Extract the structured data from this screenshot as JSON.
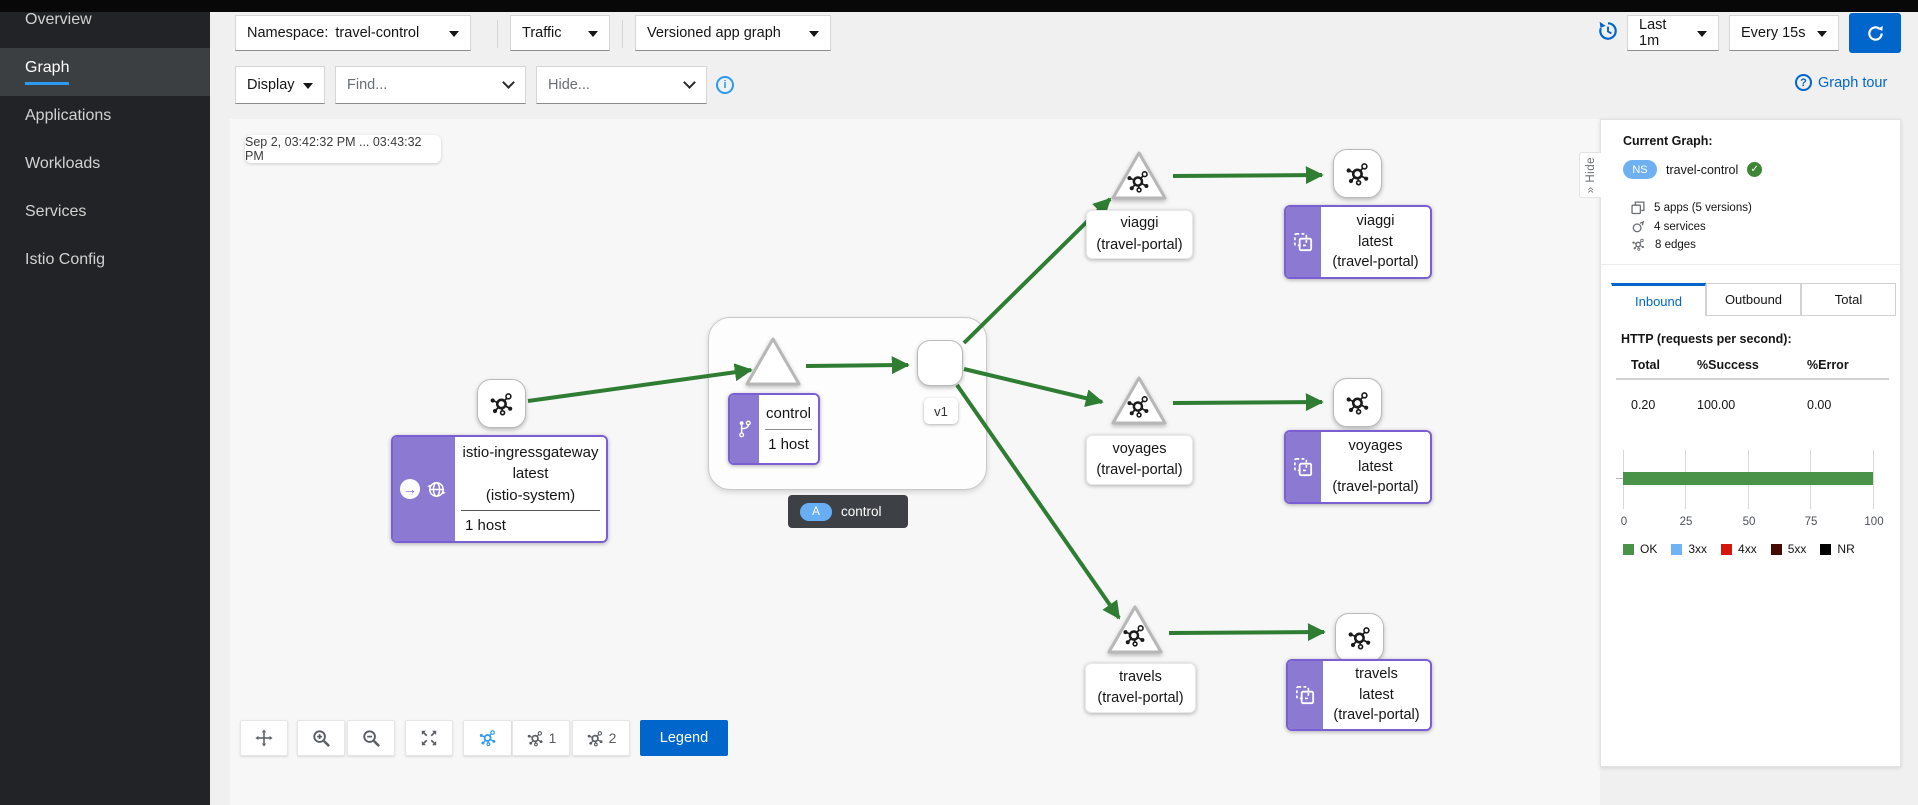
{
  "colors": {
    "accent_blue": "#0066cc",
    "active_blue": "#2b9af3",
    "edge_green": "#2e7d32",
    "ok_green": "#489348",
    "check_green": "#3e8635",
    "purple_fill": "#8b79d2",
    "purple_border": "#7a5fd4",
    "sidebar_bg": "#212327",
    "badge_ns_blue": "#6fb1f0"
  },
  "sidebar": {
    "items": [
      {
        "label": "Overview"
      },
      {
        "label": "Graph"
      },
      {
        "label": "Applications"
      },
      {
        "label": "Workloads"
      },
      {
        "label": "Services"
      },
      {
        "label": "Istio Config"
      }
    ]
  },
  "toolbar": {
    "namespace_label": "Namespace:",
    "namespace_value": "travel-control",
    "traffic_label": "Traffic",
    "graph_type_value": "Versioned app graph",
    "display_label": "Display",
    "find_placeholder": "Find...",
    "hide_placeholder": "Hide...",
    "info_glyph": "i",
    "time_range": "Last 1m",
    "refresh_interval": "Every 15s",
    "graph_tour_label": "Graph tour",
    "help_glyph": "?"
  },
  "graph": {
    "timestamp": "Sep 2, 03:42:32 PM ... 03:43:32 PM",
    "nodes": {
      "ingress": {
        "name": "istio-ingressgateway",
        "version": "latest",
        "namespace": "(istio-system)",
        "hosts": "1 host",
        "arrow_glyph": "→"
      },
      "control": {
        "app": "control",
        "hosts": "1 host",
        "workload_version": "v1",
        "badge_letter": "A",
        "badge_app": "control"
      },
      "viaggi": {
        "service": "viaggi",
        "service_ns": "(travel-portal)",
        "app": "viaggi",
        "app_version": "latest",
        "app_ns": "(travel-portal)"
      },
      "voyages": {
        "service": "voyages",
        "service_ns": "(travel-portal)",
        "app": "voyages",
        "app_version": "latest",
        "app_ns": "(travel-portal)"
      },
      "travels": {
        "service": "travels",
        "service_ns": "(travel-portal)",
        "app": "travels",
        "app_version": "latest",
        "app_ns": "(travel-portal)"
      }
    },
    "controls": {
      "level1": "1",
      "level2": "2",
      "legend_label": "Legend"
    }
  },
  "panel": {
    "title": "Current Graph:",
    "ns_badge": "NS",
    "namespace": "travel-control",
    "check_glyph": "✓",
    "hide_label": "Hide",
    "hide_chevrons": "»",
    "stats": [
      {
        "label": "5 apps (5 versions)"
      },
      {
        "label": "4 services"
      },
      {
        "label": "8 edges"
      }
    ],
    "tabs": [
      {
        "label": "Inbound"
      },
      {
        "label": "Outbound"
      },
      {
        "label": "Total"
      }
    ],
    "http_title": "HTTP (requests per second):",
    "table": {
      "headers": [
        "Total",
        "%Success",
        "%Error"
      ],
      "values": [
        "0.20",
        "100.00",
        "0.00"
      ]
    },
    "axis": [
      "0",
      "25",
      "50",
      "75",
      "100"
    ],
    "legend": [
      {
        "label": "OK",
        "color": "#489348"
      },
      {
        "label": "3xx",
        "color": "#6fb3f2"
      },
      {
        "label": "4xx",
        "color": "#d6160a"
      },
      {
        "label": "5xx",
        "color": "#450b03"
      },
      {
        "label": "NR",
        "color": "#000000"
      }
    ]
  },
  "chart_data": {
    "type": "bar",
    "orientation": "horizontal",
    "title": "HTTP (requests per second)",
    "categories": [
      "inbound"
    ],
    "series": [
      {
        "name": "OK",
        "values": [
          100
        ]
      },
      {
        "name": "3xx",
        "values": [
          0
        ]
      },
      {
        "name": "4xx",
        "values": [
          0
        ]
      },
      {
        "name": "5xx",
        "values": [
          0
        ]
      },
      {
        "name": "NR",
        "values": [
          0
        ]
      }
    ],
    "xlim": [
      0,
      100
    ],
    "ticks": [
      0,
      25,
      50,
      75,
      100
    ],
    "grid": true,
    "legend_position": "bottom"
  }
}
